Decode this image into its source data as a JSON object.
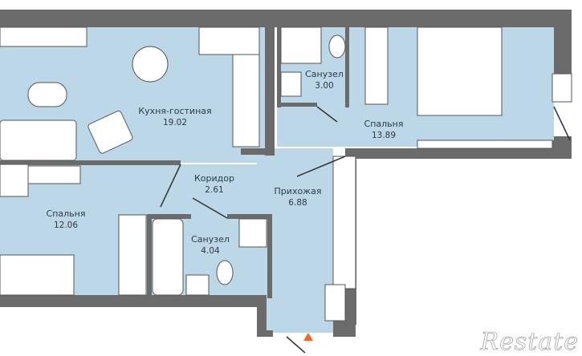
{
  "plan": {
    "type": "apartment floor plan",
    "colors": {
      "wall": "#6b6b6b",
      "floor": "#bcd7e8",
      "furniture": "#ffffff",
      "entrance_marker": "#f26522"
    },
    "rooms": [
      {
        "name": "Кухня-гостиная",
        "area": "19.02"
      },
      {
        "name": "Санузел",
        "area": "3.00"
      },
      {
        "name": "Спальня",
        "area": "13.89"
      },
      {
        "name": "Коридор",
        "area": "2.61"
      },
      {
        "name": "Прихожая",
        "area": "6.88"
      },
      {
        "name": "Спальня",
        "area": "12.06"
      },
      {
        "name": "Санузел",
        "area": "4.04"
      }
    ]
  },
  "watermark": "Restate"
}
